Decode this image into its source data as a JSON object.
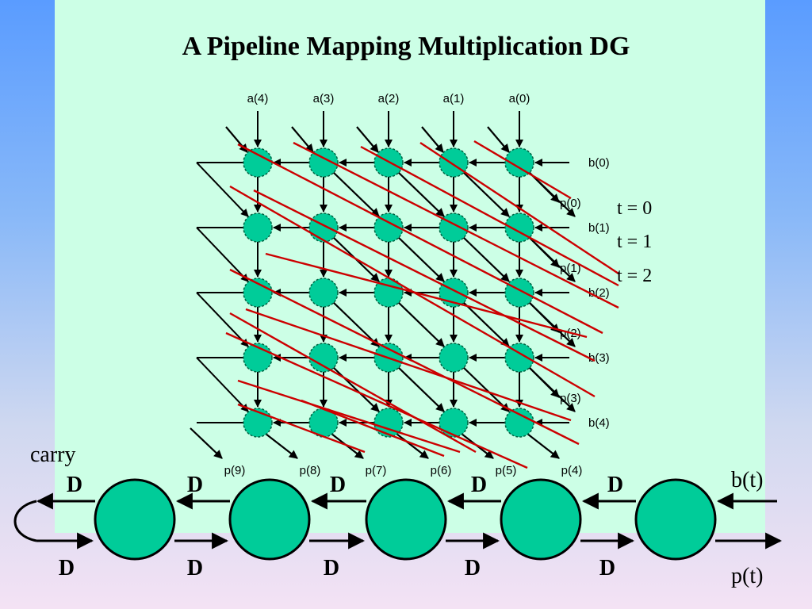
{
  "title": "A Pipeline Mapping Multiplication DG",
  "dg": {
    "a_labels": [
      "a(4)",
      "a(3)",
      "a(2)",
      "a(1)",
      "a(0)"
    ],
    "b_labels": [
      "b(0)",
      "b(1)",
      "b(2)",
      "b(3)",
      "b(4)"
    ],
    "p_right_labels": [
      "p(0)",
      "p(1)",
      "p(2)",
      "p(3)"
    ],
    "p_bottom_labels": [
      "p(9)",
      "p(8)",
      "p(7)",
      "p(6)",
      "p(5)",
      "p(4)"
    ],
    "time_labels": [
      "t = 0",
      "t = 1",
      "t = 2"
    ]
  },
  "pipeline": {
    "carry_label": "carry",
    "b_input_label": "b(t)",
    "p_output_label": "p(t)",
    "delay_label": "D",
    "stage_count": 5
  },
  "colors": {
    "node_fill": "#00cc99",
    "cut_line": "#cc0000",
    "panel": "#ccffe6"
  }
}
